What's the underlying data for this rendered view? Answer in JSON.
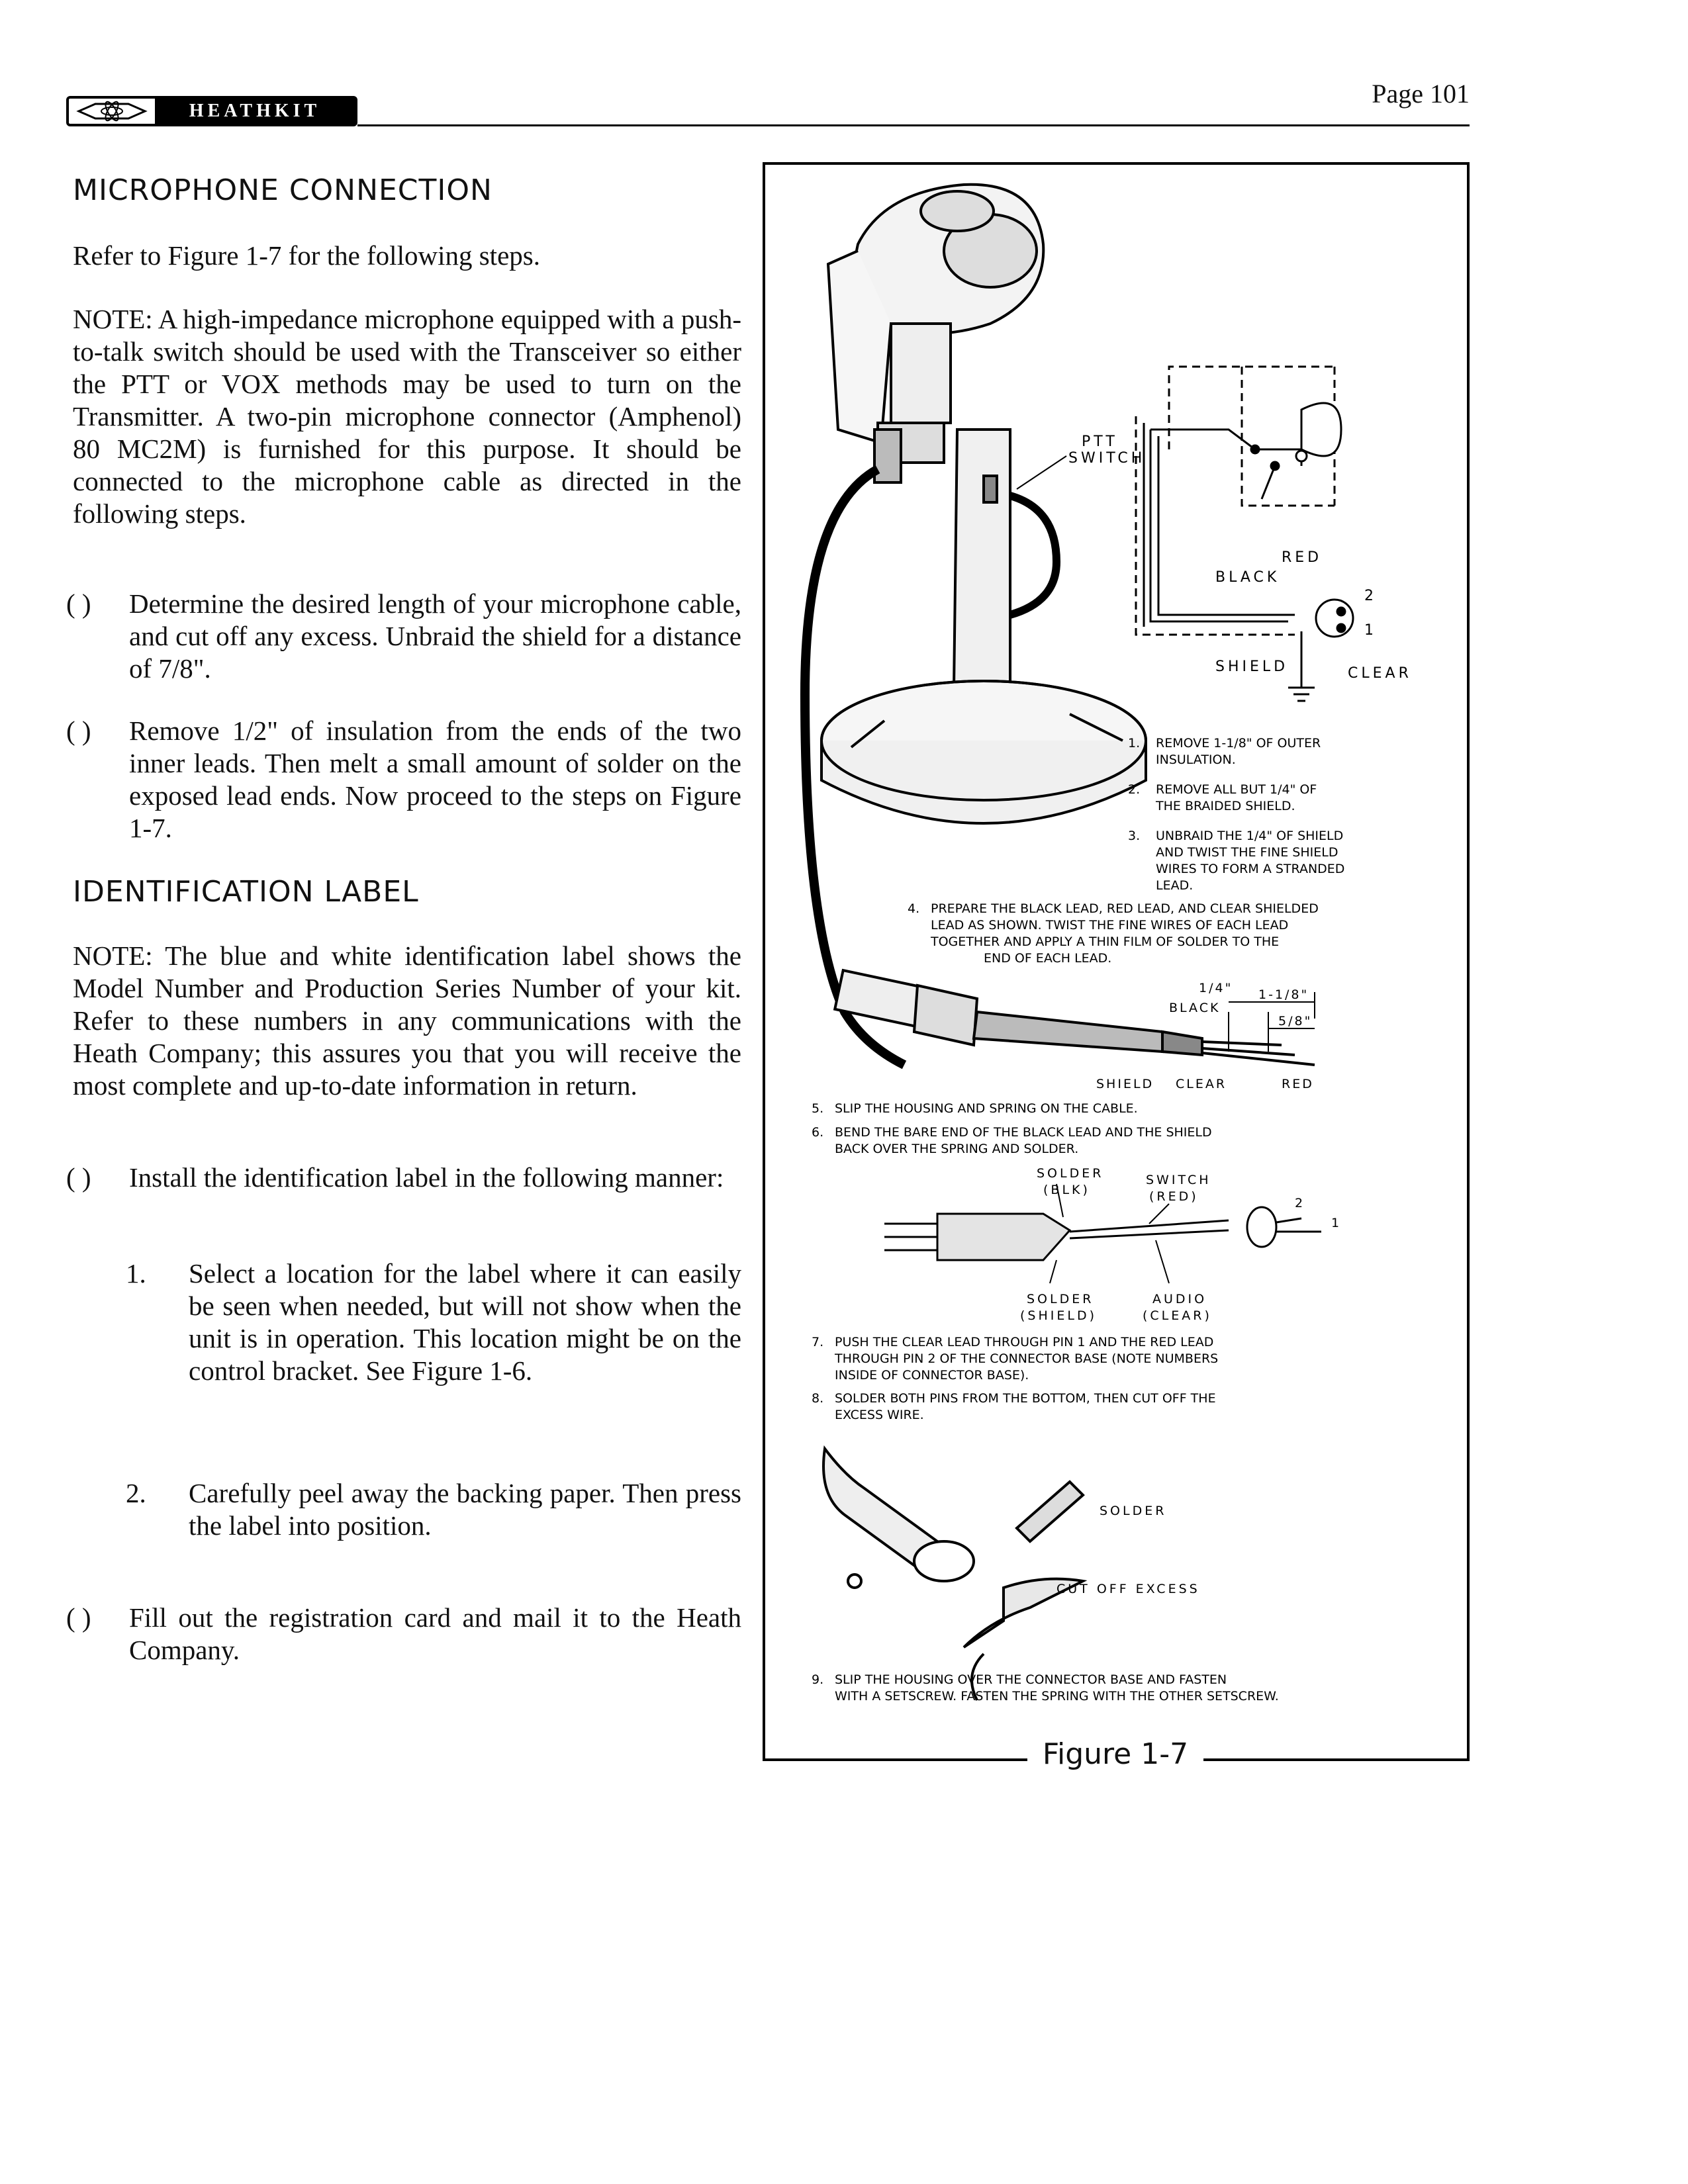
{
  "header": {
    "logo_text": "HEATHKIT",
    "page_label": "Page 101"
  },
  "mic_section": {
    "title": "MICROPHONE CONNECTION",
    "intro": "Refer to Figure 1-7 for the following steps.",
    "note": "NOTE: A high-impedance microphone equipped with a push-to-talk switch should be used with the Transceiver so either the PTT or VOX methods may be used to turn on the Transmitter. A two-pin microphone connector (Amphenol) 80 MC2M) is furnished for this purpose. It should be connected to the microphone cable as directed in the following steps.",
    "steps": [
      "Determine the desired length of your microphone cable, and cut off any excess. Unbraid the shield for a distance of 7/8\".",
      "Remove 1/2\" of insulation from the ends of the two inner leads. Then melt a small amount of solder on the exposed lead ends. Now proceed to the steps on Figure 1-7."
    ]
  },
  "id_section": {
    "title": "IDENTIFICATION LABEL",
    "note": "NOTE: The blue and white identification label shows the Model Number and Production Series Number of your kit. Refer to these numbers in any communications with the Heath Company; this assures you that you will receive the most complete and up-to-date information in return.",
    "install_step": "Install the identification label in the following manner:",
    "sub_steps": [
      {
        "num": "1.",
        "text": "Select a location for the label where it can easily be seen when needed, but will not show when the unit is in operation. This location might be on the control bracket. See Figure 1-6."
      },
      {
        "num": "2.",
        "text": "Carefully peel away the backing paper. Then press the label into position."
      }
    ],
    "final_step": "Fill out the registration card and mail it to the Heath Company."
  },
  "checkbox": "(  )",
  "figure": {
    "caption": "Figure 1-7",
    "labels": {
      "ptt": "PTT",
      "switch": "SWITCH",
      "red": "RED",
      "black": "BLACK",
      "shield": "SHIELD",
      "clear": "CLEAR",
      "pin2": "2",
      "pin1": "1",
      "quarter": "1/4\"",
      "one_eighth": "1-1/8\"",
      "five_eighth": "5/8\"",
      "solder_blk": "SOLDER",
      "blk": "(BLK)",
      "switch2": "SWITCH",
      "red2": "(RED)",
      "solder_shield": "SOLDER",
      "shield2": "(SHIELD)",
      "audio": "AUDIO",
      "clear2": "(CLEAR)",
      "solder3": "SOLDER",
      "cut_off": "CUT OFF EXCESS"
    },
    "steps": [
      {
        "num": "1.",
        "text": "REMOVE 1-1/8\" OF OUTER INSULATION."
      },
      {
        "num": "2.",
        "text": "REMOVE ALL BUT 1/4\" OF THE BRAIDED SHIELD."
      },
      {
        "num": "3.",
        "text": "UNBRAID THE 1/4\" OF SHIELD AND TWIST THE FINE SHIELD WIRES TO FORM A STRANDED LEAD."
      },
      {
        "num": "4.",
        "text": "PREPARE THE BLACK LEAD, RED LEAD, AND CLEAR SHIELDED LEAD AS SHOWN. TWIST THE FINE WIRES OF EACH LEAD TOGETHER AND APPLY A THIN FILM OF SOLDER TO THE END OF EACH LEAD."
      },
      {
        "num": "5.",
        "text": "SLIP THE HOUSING AND SPRING ON THE CABLE."
      },
      {
        "num": "6.",
        "text": "BEND THE BARE END OF THE BLACK LEAD AND THE SHIELD BACK OVER THE SPRING AND SOLDER."
      },
      {
        "num": "7.",
        "text": "PUSH THE CLEAR LEAD THROUGH PIN 1 AND THE RED LEAD THROUGH PIN 2 OF THE CONNECTOR BASE (NOTE NUMBERS INSIDE OF CONNECTOR BASE)."
      },
      {
        "num": "8.",
        "text": "SOLDER BOTH PINS FROM THE BOTTOM, THEN CUT OFF THE EXCESS WIRE."
      },
      {
        "num": "9.",
        "text": "SLIP THE HOUSING OVER THE CONNECTOR BASE AND FASTEN WITH A SETSCREW. FASTEN THE SPRING WITH THE OTHER SETSCREW."
      }
    ]
  }
}
